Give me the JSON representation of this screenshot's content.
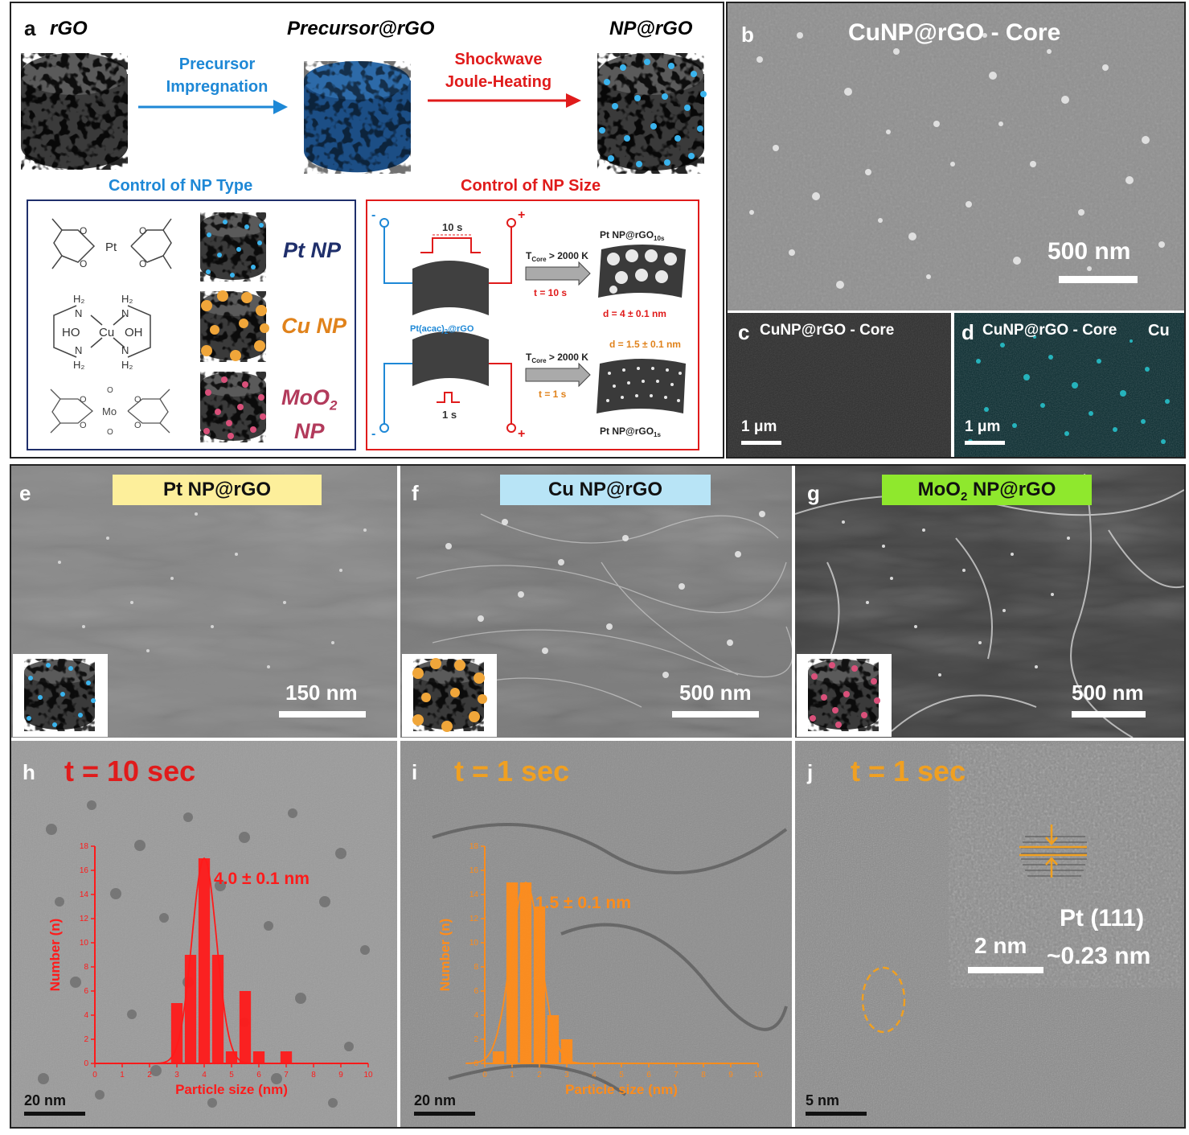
{
  "panel_a": {
    "label": "a",
    "titles": {
      "rgo": "rGO",
      "precursor": "Precursor@rGO",
      "np": "NP@rGO"
    },
    "arrow1": [
      "Precursor",
      "Impregnation"
    ],
    "arrow2": [
      "Shockwave",
      "Joule-Heating"
    ],
    "type_box": {
      "title": "Control of NP Type",
      "pt": "Pt NP",
      "cu": "Cu NP",
      "moo2_line1": "MoO",
      "moo2_sub": "2",
      "moo2_line2": "NP",
      "pt_atom": "Pt",
      "cu_ligand_left": "HO",
      "cu_atom": "Cu",
      "cu_ligand_right": "OH",
      "mo_atom": "Mo"
    },
    "size_box": {
      "title": "Control of NP Size",
      "pulse_long": "10 s",
      "pulse_short": "1 s",
      "tcore": "T",
      "tcore_sub": "Core",
      "tcore_cond": " > 2000 K",
      "t_long": "t = 10 s",
      "t_short": "t = 1 s",
      "d_long": "d = 4 ± 0.1 nm",
      "d_short": "d = 1.5 ± 0.1 nm",
      "sample": "Pt(acac)",
      "sample_sub": "2",
      "sample_suffix": "@rGO",
      "prod_long": "Pt NP@rGO",
      "prod_long_sub": "10s",
      "prod_short": "Pt NP@rGO",
      "prod_short_sub": "1s",
      "minus": "-",
      "plus": "+"
    }
  },
  "panel_b": {
    "label": "b",
    "title": "CuNP@rGO - Core",
    "scale": "500 nm"
  },
  "panel_c": {
    "label": "c",
    "title": "CuNP@rGO - Core",
    "scale": "1 μm"
  },
  "panel_d": {
    "label": "d",
    "title": "CuNP@rGO - Core",
    "element": "Cu",
    "scale": "1 μm"
  },
  "panel_e": {
    "label": "e",
    "tag": "Pt NP@rGO",
    "scale": "150 nm",
    "tag_color": "#fdef9b"
  },
  "panel_f": {
    "label": "f",
    "tag": "Cu NP@rGO",
    "scale": "500 nm",
    "tag_color": "#b8e4f6"
  },
  "panel_g": {
    "label": "g",
    "tag_pre": "MoO",
    "tag_sub": "2",
    "tag_post": " NP@rGO",
    "scale": "500 nm",
    "tag_color": "#8fe82d"
  },
  "panel_h": {
    "label": "h",
    "time": "t = 10 sec",
    "scale": "20 nm",
    "annotation": "4.0 ± 0.1 nm",
    "color": "#ff1a1a"
  },
  "panel_i": {
    "label": "i",
    "time": "t = 1 sec",
    "scale": "20 nm",
    "annotation": "1.5 ± 0.1 nm",
    "color": "#ff8c1a"
  },
  "panel_j": {
    "label": "j",
    "time": "t = 1 sec",
    "scale": "5 nm",
    "inset_scale": "2 nm",
    "lattice": "Pt (111)",
    "spacing": "~0.23 nm"
  },
  "colors": {
    "blue": "#1e88d6",
    "red": "#e01b1b",
    "navy": "#1f2f6b",
    "orange": "#e0821b",
    "magenta": "#b23a5b",
    "cyan": "#27c8d2",
    "mapbg": "#0b3a3f"
  },
  "chart_data": [
    {
      "type": "bar",
      "panel": "h",
      "x": [
        3,
        3.5,
        4,
        4.5,
        5,
        5.5,
        6,
        7
      ],
      "values": [
        5,
        9,
        17,
        9,
        1,
        6,
        1,
        1
      ],
      "fit_peak": 4.0,
      "xlabel": "Particle size (nm)",
      "ylabel": "Number (n)",
      "xlim": [
        0,
        10
      ],
      "ylim": [
        0,
        18
      ],
      "xticks": [
        "0",
        "1",
        "2",
        "3",
        "4",
        "5",
        "6",
        "7",
        "8",
        "9",
        "10"
      ],
      "yticks": [
        "0",
        "2",
        "4",
        "6",
        "8",
        "10",
        "12",
        "14",
        "16",
        "18"
      ]
    },
    {
      "type": "bar",
      "panel": "i",
      "x": [
        0.5,
        1,
        1.5,
        2,
        2.5,
        3
      ],
      "values": [
        1,
        15,
        15,
        13,
        4,
        2
      ],
      "fit_peak": 1.5,
      "xlabel": "Particle size (nm)",
      "ylabel": "Number (n)",
      "xlim": [
        0,
        10
      ],
      "ylim": [
        0,
        18
      ],
      "xticks": [
        "0",
        "1",
        "2",
        "3",
        "4",
        "5",
        "6",
        "7",
        "8",
        "9",
        "10"
      ],
      "yticks": [
        "0",
        "2",
        "4",
        "6",
        "8",
        "10",
        "12",
        "14",
        "16",
        "18"
      ]
    }
  ]
}
